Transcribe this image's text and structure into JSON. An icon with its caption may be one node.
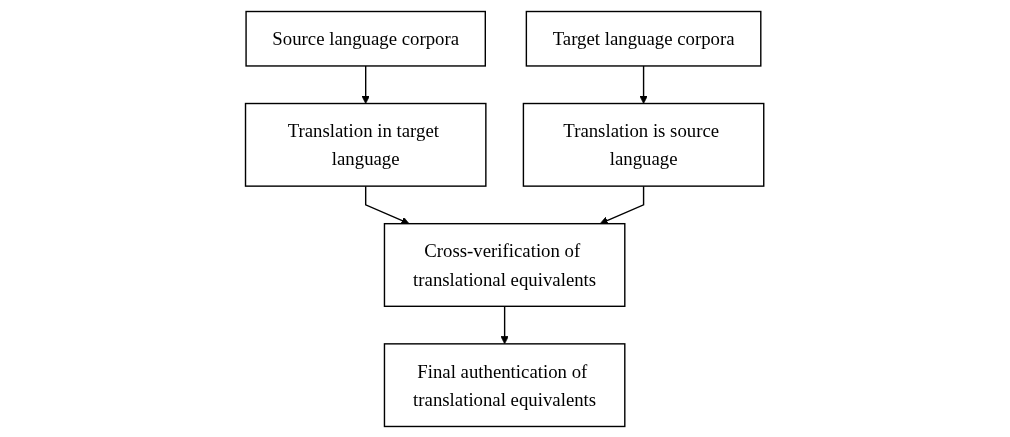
{
  "diagram": {
    "nodes": [
      {
        "text": [
          "Source language corpora"
        ]
      },
      {
        "text": [
          "Target language corpora"
        ]
      },
      {
        "text": [
          "Translation in target language"
        ]
      },
      {
        "text": [
          "Translation is source language"
        ]
      },
      {
        "text": [
          "Cross-verification of translational equivalents"
        ]
      },
      {
        "text": [
          "Final authentication of translational equivalents"
        ]
      }
    ],
    "edges": [
      {
        "from": 0,
        "to": 2,
        "arrow": "to"
      },
      {
        "from": 1,
        "to": 3,
        "arrow": "to"
      },
      {
        "from": 2,
        "to": 4,
        "arrow": "to"
      },
      {
        "from": 3,
        "to": 4,
        "arrow": "to"
      },
      {
        "from": 4,
        "to": 5,
        "arrow": "to"
      }
    ]
  }
}
